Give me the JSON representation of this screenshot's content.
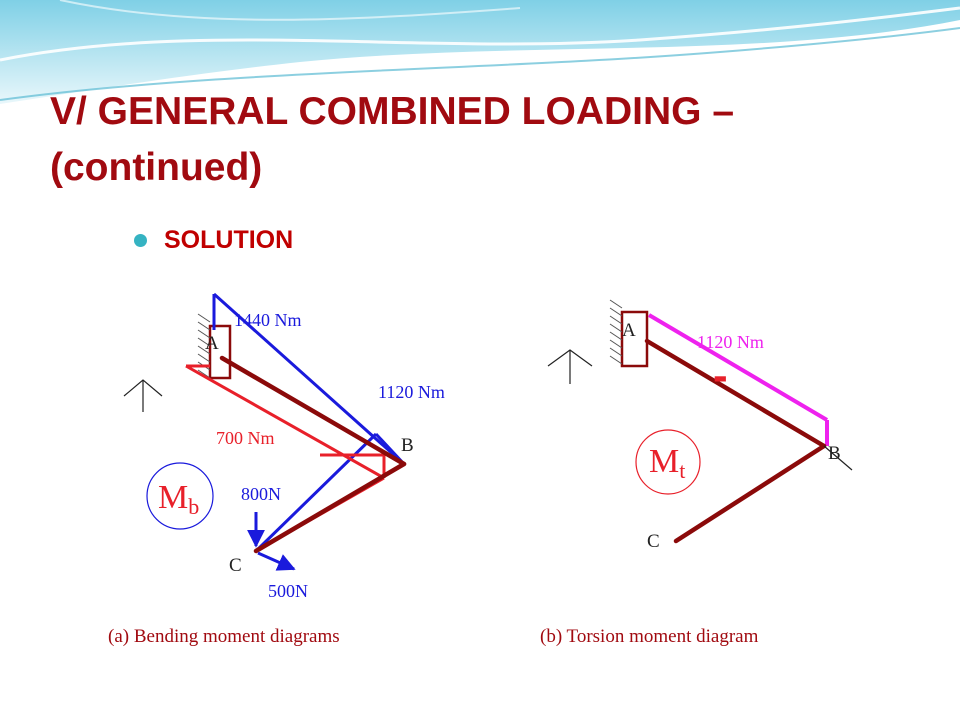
{
  "slide": {
    "title_line1": "V/ GENERAL COMBINED LOADING –",
    "title_line2": "(continued)",
    "bullet": "SOLUTION",
    "title_color": "#a10a10",
    "bullet_color": "#c00000",
    "bullet_dot_color": "#35b3c2"
  },
  "bending": {
    "moment_1440": "1440 Nm",
    "moment_1120": "1120 Nm",
    "moment_700": "700 Nm",
    "force_800": "800N",
    "force_500": "500N",
    "point_a": "A",
    "point_b": "B",
    "point_c": "C",
    "symbol_main": "M",
    "symbol_sub": "b",
    "caption": "(a) Bending moment diagrams"
  },
  "torsion": {
    "moment_1120": "1120 Nm",
    "sign": "-",
    "point_a": "A",
    "point_b": "B",
    "point_c": "C",
    "symbol_main": "M",
    "symbol_sub": "t",
    "caption": "(b) Torsion moment diagram"
  },
  "colors": {
    "shaft": "#8b0a0a",
    "blue_diagram": "#1a1adc",
    "red_diagram": "#e8202a",
    "torsion": "#ee22ee"
  }
}
